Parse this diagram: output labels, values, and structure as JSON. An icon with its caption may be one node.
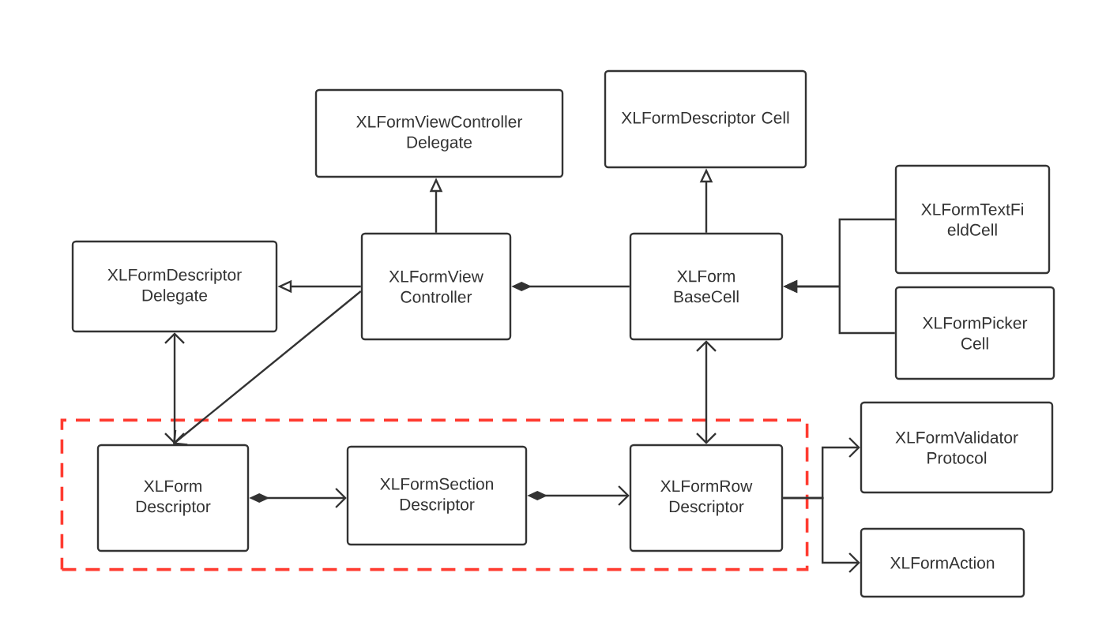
{
  "diagram": {
    "nodes": [
      {
        "text": [
          "XLFormViewController Delegate"
        ]
      },
      {
        "text": [
          "XLFormDescriptor Cell"
        ]
      },
      {
        "text": [
          "XLFormDescriptor Delegate"
        ]
      },
      {
        "text": [
          "XLFormView Controller"
        ]
      },
      {
        "text": [
          "XLForm BaseCell"
        ]
      },
      {
        "text": [
          "XLFormTextFi eldCell"
        ]
      },
      {
        "text": [
          "XLFormPicker Cell"
        ]
      },
      {
        "text": [],
        "shape": "box"
      },
      {
        "text": [
          "XLForm Descriptor"
        ],
        "in": 7
      },
      {
        "text": [
          "XLFormSection Descriptor"
        ],
        "in": 7
      },
      {
        "text": [
          "XLFormRow Descriptor"
        ],
        "in": 7
      },
      {
        "text": [
          "XLFormValidator Protocol"
        ]
      },
      {
        "text": [
          "XLFormAction"
        ]
      }
    ],
    "edges": [
      {
        "from": 3,
        "to": 0,
        "arrow": "to"
      },
      {
        "from": 3,
        "to": 2,
        "arrow": "to"
      },
      {
        "from": 3,
        "to": 8,
        "arrow": "to"
      },
      {
        "from": 3,
        "to": 4,
        "arrow": "other"
      },
      {
        "from": 4,
        "to": 1,
        "arrow": "to"
      },
      {
        "from": 5,
        "to": 4,
        "arrow": "to"
      },
      {
        "from": 6,
        "to": 4,
        "arrow": "to"
      },
      {
        "from": 2,
        "to": 8,
        "arrow": "both"
      },
      {
        "from": 4,
        "to": 10,
        "arrow": "both"
      },
      {
        "from": 8,
        "to": 9,
        "arrow": "to"
      },
      {
        "from": 9,
        "to": 10,
        "arrow": "to"
      },
      {
        "from": 10,
        "to": 11,
        "arrow": "to"
      },
      {
        "from": 10,
        "to": 12,
        "arrow": "to"
      }
    ]
  }
}
